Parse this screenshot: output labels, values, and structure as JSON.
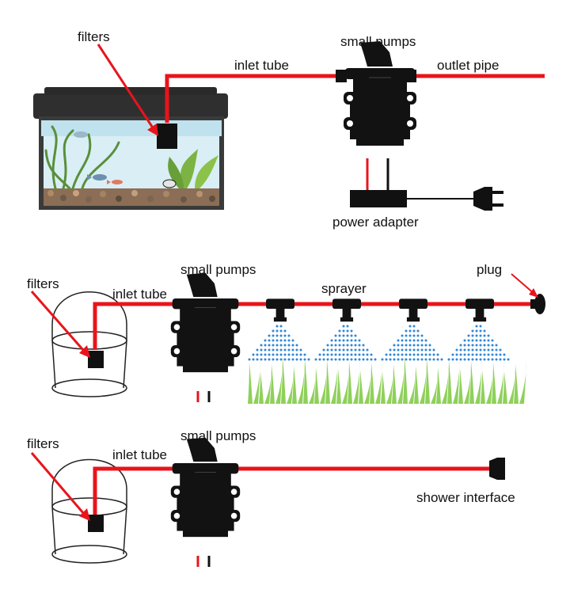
{
  "colors": {
    "tube": "#e8141c",
    "pump": "#121212",
    "spray": "#2f86d8",
    "grass": "#7cc54a",
    "tank_frame": "#3a3a3a",
    "tank_water": "#d9eef5"
  },
  "diagram1": {
    "filters": "filters",
    "inlet_tube": "inlet tube",
    "small_pumps": "small pumps",
    "outlet_pipe": "outlet pipe",
    "power_adapter": "power adapter"
  },
  "diagram2": {
    "filters": "filters",
    "inlet_tube": "inlet tube",
    "small_pumps": "small pumps",
    "sprayer": "sprayer",
    "plug": "plug"
  },
  "diagram3": {
    "filters": "filters",
    "inlet_tube": "inlet tube",
    "small_pumps": "small pumps",
    "shower_interface": "shower interface"
  }
}
